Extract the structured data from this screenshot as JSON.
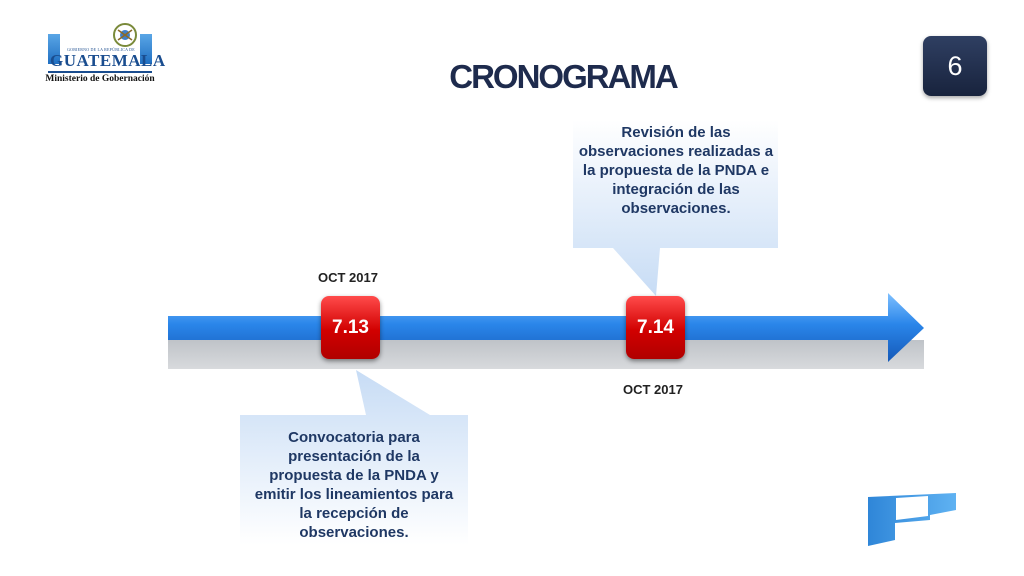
{
  "header": {
    "logo_small_text": "GOBIERNO DE LA REPÚBLICA DE",
    "logo_name": "GUATEMALA",
    "ministry": "Ministerio de Gobernación",
    "title": "CRONOGRAMA",
    "page_number": "6"
  },
  "timeline": {
    "milestones": [
      {
        "code": "7.13",
        "date": "OCT 2017",
        "description": "Convocatoria para presentación de la propuesta de la PNDA y emitir los lineamientos para la recepción de observaciones."
      },
      {
        "code": "7.14",
        "date": "OCT 2017",
        "description": "Revisión de las observaciones realizadas a la propuesta de la PNDA e integración de las observaciones."
      }
    ]
  },
  "colors": {
    "arrow_blue": "#1f6fd6",
    "milestone_red": "#e00000",
    "callout_blue": "#c9ddf6",
    "title_navy": "#1e2b4d"
  }
}
